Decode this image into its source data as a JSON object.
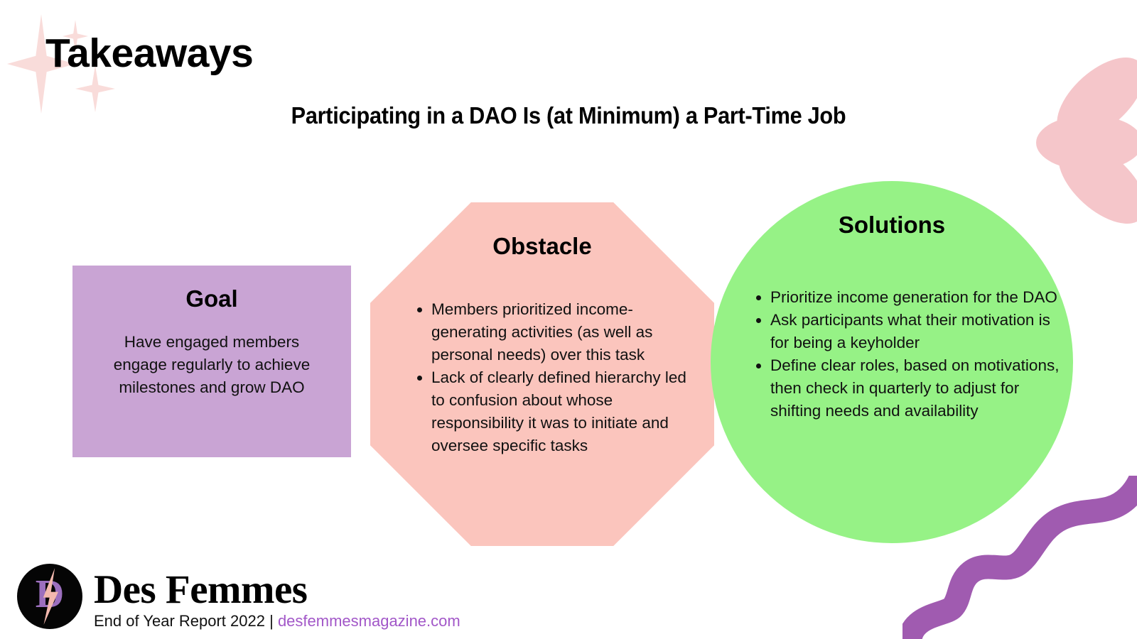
{
  "header": {
    "title": "Takeaways",
    "subtitle": "Participating in a DAO Is (at Minimum) a Part-Time Job"
  },
  "cards": {
    "goal": {
      "title": "Goal",
      "body": "Have engaged members engage regularly to achieve milestones and grow DAO",
      "color": "#C9A4D4",
      "shape": "rectangle"
    },
    "obstacle": {
      "title": "Obstacle",
      "color": "#FBC5BD",
      "shape": "octagon",
      "bullets": [
        "Members prioritized income-generating activities (as well as personal needs) over this task",
        "Lack of clearly defined hierarchy led to confusion about whose responsibility it was to initiate and oversee specific tasks"
      ]
    },
    "solutions": {
      "title": "Solutions",
      "color": "#96F286",
      "shape": "circle",
      "bullets": [
        "Prioritize income generation for the DAO",
        "Ask participants what their motivation is for being a keyholder",
        "Define clear roles, based on motivations, then check in quarterly to adjust for shifting needs and availability"
      ]
    }
  },
  "footer": {
    "logo_letter": "D",
    "brand_name": "Des Femmes",
    "report_label": "End of Year Report 2022",
    "separator": "|",
    "url": "desfemmesmagazine.com",
    "url_color": "#A257C8"
  },
  "decorations": {
    "sparkle_color": "#F9DCDA",
    "flower_color": "#F5C6CA",
    "squiggle_color": "#A05BB0",
    "background_color": "#FFFFFF"
  }
}
